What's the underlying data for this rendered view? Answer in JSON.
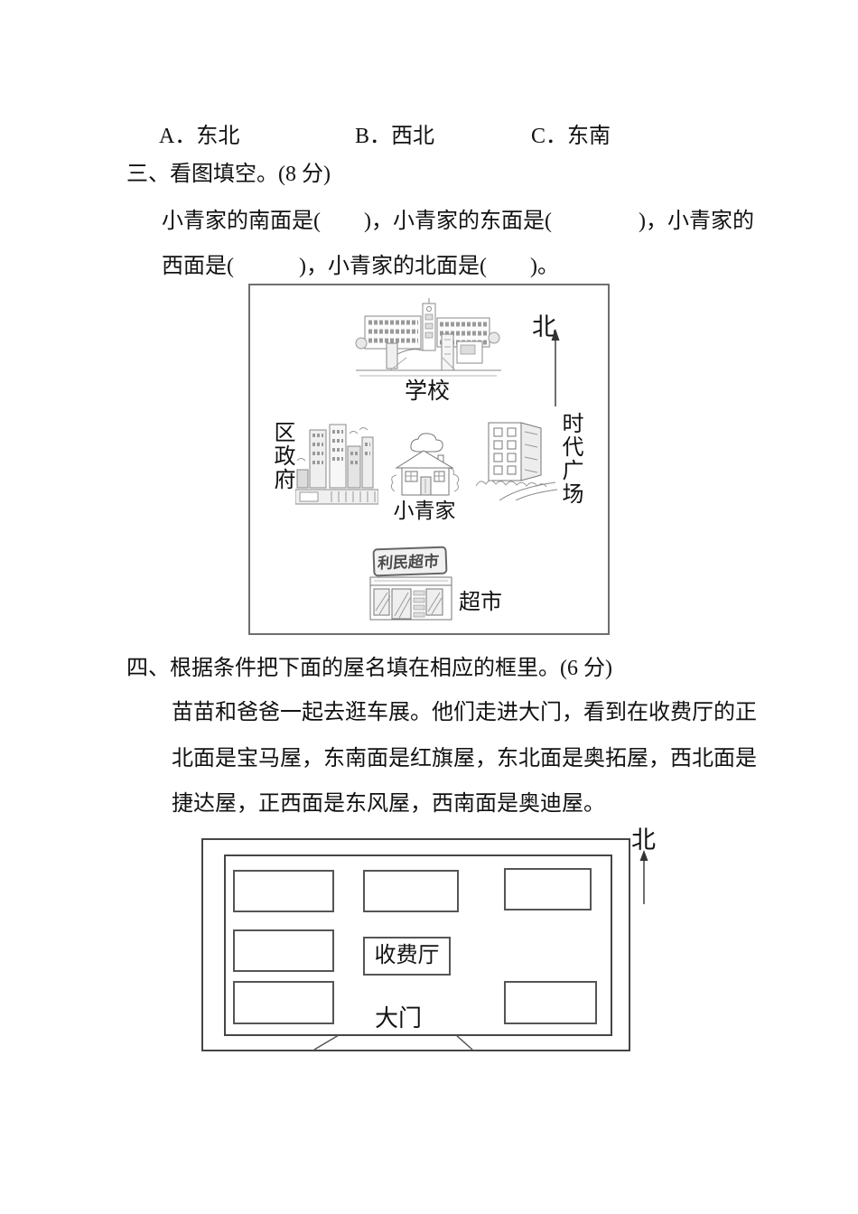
{
  "page": {
    "background": "#ffffff",
    "ink": "#111111",
    "line_color": "#555555"
  },
  "options_row": {
    "items": [
      {
        "label": "A．东北"
      },
      {
        "label": "B．西北"
      },
      {
        "label": "C．东南"
      }
    ]
  },
  "section3": {
    "heading": "三、看图填空。(8 分)",
    "line1": "小青家的南面是(　　)，小青家的东面是(　　　　)，小青家的",
    "line2": "西面是(　　　)，小青家的北面是(　　)。",
    "map": {
      "north_label": "北",
      "school_label": "学校",
      "district_gov_label": "区政府",
      "home_label": "小青家",
      "times_square_label": "时代广场",
      "supermarket_label": "超市",
      "supermarket_sign": "利民超市"
    }
  },
  "section4": {
    "heading": "四、根据条件把下面的屋名填在相应的框里。(6 分)",
    "line1": "苗苗和爸爸一起去逛车展。他们走进大门，看到在收费厅的正",
    "line2": "北面是宝马屋，东南面是红旗屋，东北面是奥拓屋，西北面是",
    "line3": "捷达屋，正西面是东风屋，西南面是奥迪屋。",
    "plan": {
      "north_label": "北",
      "toll_hall_label": "收费厅",
      "gate_label": "大门"
    }
  }
}
